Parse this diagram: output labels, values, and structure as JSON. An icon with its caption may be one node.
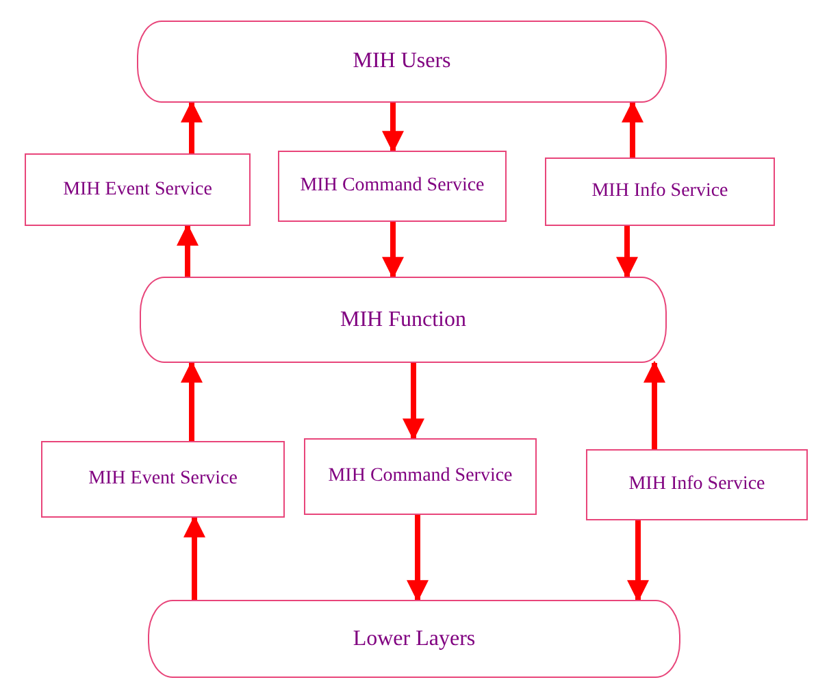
{
  "diagram": {
    "nodes": [
      {
        "text": [
          "MIH Users"
        ]
      },
      {
        "text": [
          "MIH Event Service"
        ]
      },
      {
        "text": [
          "MIH Command Service"
        ]
      },
      {
        "text": [
          "MIH Info Service"
        ]
      },
      {
        "text": [
          "MIH Function"
        ]
      },
      {
        "text": [
          "MIH Event Service"
        ]
      },
      {
        "text": [
          "MIH Command Service"
        ]
      },
      {
        "text": [
          "MIH Info Service"
        ]
      },
      {
        "text": [
          "Lower Layers"
        ]
      }
    ],
    "edges": [
      {
        "from": 4,
        "to": 1,
        "arrow": "to"
      },
      {
        "from": 1,
        "to": 0,
        "arrow": "to"
      },
      {
        "from": 0,
        "to": 2,
        "arrow": "to"
      },
      {
        "from": 2,
        "to": 4,
        "arrow": "to"
      },
      {
        "from": 3,
        "to": 0,
        "arrow": "to"
      },
      {
        "from": 3,
        "to": 4,
        "arrow": "to"
      },
      {
        "from": 8,
        "to": 5,
        "arrow": "to"
      },
      {
        "from": 5,
        "to": 4,
        "arrow": "to"
      },
      {
        "from": 4,
        "to": 6,
        "arrow": "to"
      },
      {
        "from": 6,
        "to": 8,
        "arrow": "to"
      },
      {
        "from": 7,
        "to": 4,
        "arrow": "to"
      },
      {
        "from": 7,
        "to": 8,
        "arrow": "to"
      }
    ]
  }
}
